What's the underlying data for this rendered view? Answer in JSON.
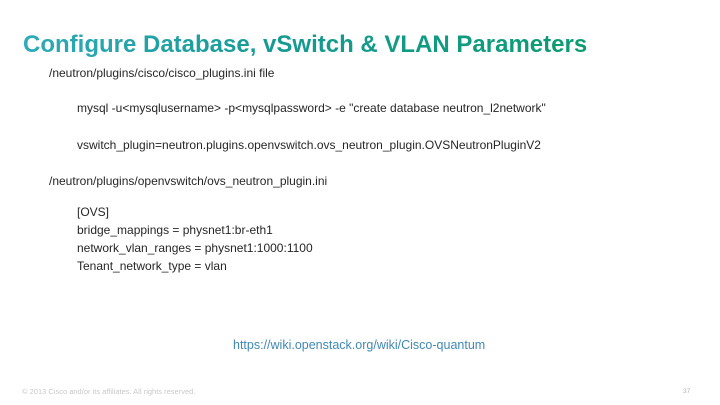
{
  "slide": {
    "title": "Configure Database, vSwitch & VLAN Parameters",
    "colors": {
      "title_gradient_start": "#2faab8",
      "title_gradient_end": "#0c9b72",
      "link_blue": "#4189b5",
      "body_text": "#262626",
      "footer_gray": "#c9c9c9"
    },
    "content": {
      "cisco_plugins_file": "/neutron/plugins/cisco/cisco_plugins.ini file",
      "mysql_command": "mysql -u<mysqlusername> -p<mysqlpassword> -e \"create database neutron_l2network\"",
      "vswitch_plugin": "vswitch_plugin=neutron.plugins.openvswitch.ovs_neutron_plugin.OVSNeutronPluginV2",
      "ovs_plugin_file": "/neutron/plugins/openvswitch/ovs_neutron_plugin.ini",
      "ovs_block": [
        "[OVS]",
        "bridge_mappings = physnet1:br-eth1",
        "network_vlan_ranges = physnet1:1000:1100",
        "Tenant_network_type = vlan"
      ]
    },
    "link": {
      "text": "https://wiki.openstack.org/wiki/Cisco-quantum"
    },
    "footer": {
      "copyright": "© 2013 Cisco and/or its affiliates. All rights reserved.",
      "page_number": "37"
    }
  }
}
